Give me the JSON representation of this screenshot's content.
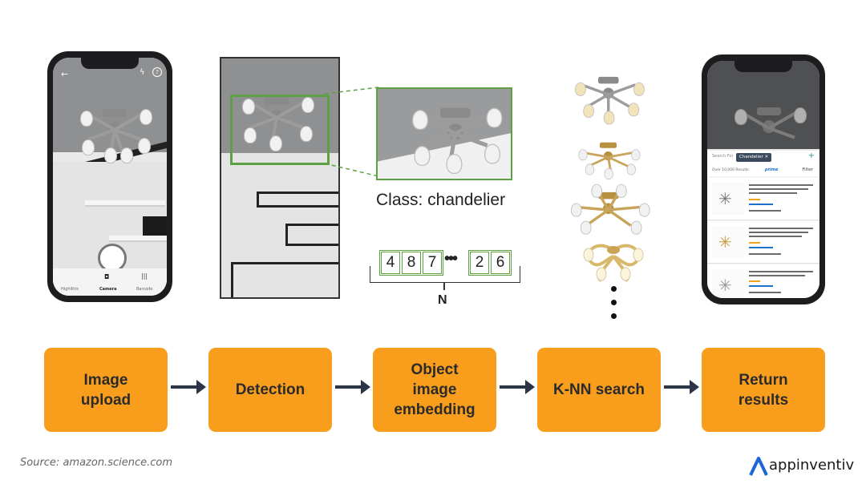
{
  "steps": [
    {
      "label": "Image\nupload"
    },
    {
      "label": "Detection"
    },
    {
      "label": "Object\nimage\nembedding"
    },
    {
      "label": "K-NN search"
    },
    {
      "label": "Return\nresults"
    }
  ],
  "detection": {
    "class_label": "Class: chandelier"
  },
  "embedding": {
    "cells": [
      "4",
      "8",
      "7",
      "2",
      "6"
    ],
    "ellipsis": "•••",
    "length_label": "N"
  },
  "camera_ui": {
    "tabs": [
      "Highlihts",
      "Camera",
      "Barcode"
    ]
  },
  "results_ui": {
    "search_placeholder": "Search For",
    "search_chip": "Chandelier",
    "results_count": "Over 10,000 Results",
    "filter_label": "Filter",
    "prime_label": "prime"
  },
  "footer": {
    "source": "Source: amazon.science.com",
    "brand": "appinventiv"
  },
  "colors": {
    "step_fill": "#f99d1c",
    "arrow": "#2b3547",
    "box_green": "#5fa043",
    "brand_blue": "#1e66d6"
  }
}
